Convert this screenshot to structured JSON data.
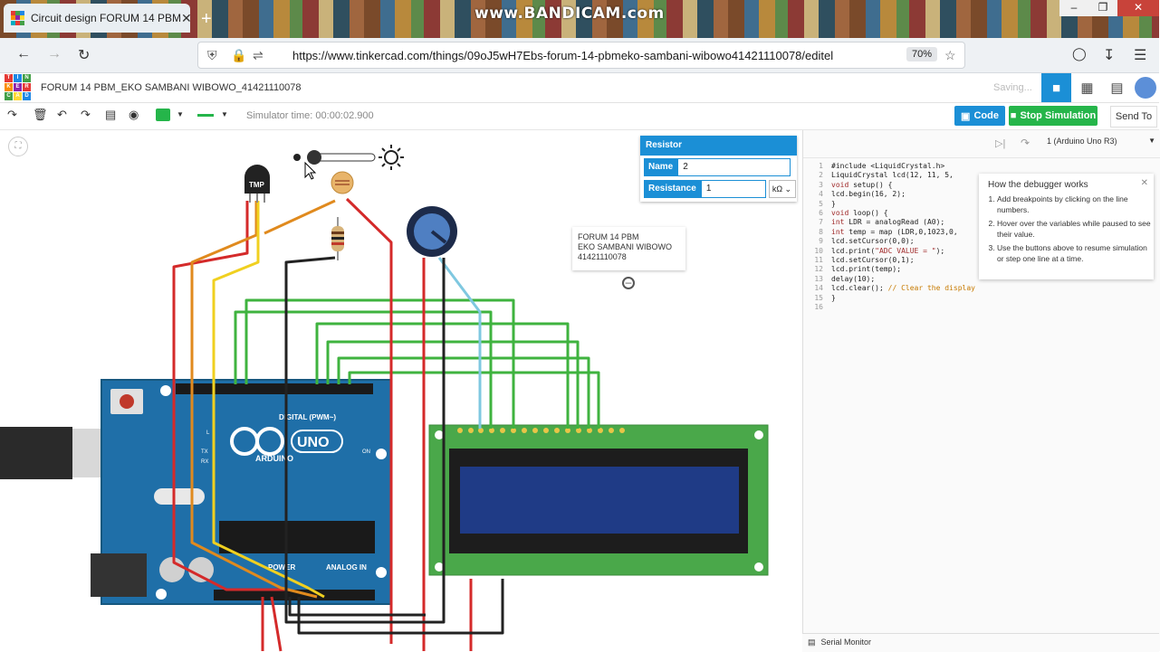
{
  "browser": {
    "tab_title": "Circuit design FORUM 14 PBM",
    "tab_close": "✕",
    "new_tab": "+",
    "watermark": "www.BANDICAM.com",
    "url": "https://www.tinkercad.com/things/09oJ5wH7Ebs-forum-14-pbmeko-sambani-wibowo41421110078/editel",
    "zoom": "70%"
  },
  "app": {
    "logo_letters": [
      "TIN",
      "KER",
      "CAD"
    ],
    "project_title": "FORUM 14 PBM_EKO SAMBANI WIBOWO_41421110078",
    "saving": "Saving..."
  },
  "toolbar": {
    "sim_time": "Simulator time: 00:00:02.900",
    "code_label": "Code",
    "stop_label": "Stop Simulation",
    "send_label": "Send To"
  },
  "inspector": {
    "title": "Resistor",
    "name_label": "Name",
    "name_value": "2",
    "resistance_label": "Resistance",
    "resistance_value": "1",
    "unit": "kΩ"
  },
  "note": {
    "line1": "FORUM 14 PBM",
    "line2": "EKO SAMBANI WIBOWO",
    "line3": "41421110078"
  },
  "components": {
    "tmp_label": "TMP",
    "arduino_brand": "ARDUINO",
    "arduino_model": "UNO",
    "digital_label": "DIGITAL (PWM~)",
    "power_label": "POWER",
    "analog_label": "ANALOG IN",
    "on_label": "ON",
    "tx_label": "TX",
    "rx_label": "RX",
    "l_label": "L"
  },
  "code_panel": {
    "device": "1 (Arduino Uno R3)",
    "lines": [
      {
        "n": "1",
        "parts": [
          {
            "t": "#include <LiquidCrystal.h>",
            "c": ""
          }
        ]
      },
      {
        "n": "2",
        "parts": [
          {
            "t": "LiquidCrystal lcd(12, 11, 5,",
            "c": ""
          }
        ]
      },
      {
        "n": "3",
        "parts": [
          {
            "t": "void",
            "c": "kw"
          },
          {
            "t": " setup() {",
            "c": ""
          }
        ]
      },
      {
        "n": "4",
        "parts": [
          {
            "t": "lcd.begin(16, 2);",
            "c": ""
          }
        ]
      },
      {
        "n": "5",
        "parts": [
          {
            "t": "}",
            "c": ""
          }
        ]
      },
      {
        "n": "6",
        "parts": [
          {
            "t": "void",
            "c": "kw"
          },
          {
            "t": " loop() {",
            "c": ""
          }
        ]
      },
      {
        "n": "7",
        "parts": [
          {
            "t": "int",
            "c": "kw"
          },
          {
            "t": " LDR = analogRead (A0);",
            "c": ""
          }
        ]
      },
      {
        "n": "8",
        "parts": [
          {
            "t": "int",
            "c": "kw"
          },
          {
            "t": " temp = map (LDR,0,1023,0,",
            "c": ""
          }
        ]
      },
      {
        "n": "9",
        "parts": [
          {
            "t": "lcd.setCursor(0,0);",
            "c": ""
          }
        ]
      },
      {
        "n": "10",
        "parts": [
          {
            "t": "lcd.print(",
            "c": ""
          },
          {
            "t": "\"ADC VALUE = \"",
            "c": "str"
          },
          {
            "t": ");",
            "c": ""
          }
        ]
      },
      {
        "n": "11",
        "parts": [
          {
            "t": "lcd.setCursor(0,1);",
            "c": ""
          }
        ]
      },
      {
        "n": "12",
        "parts": [
          {
            "t": "lcd.print(temp);",
            "c": ""
          }
        ]
      },
      {
        "n": "13",
        "parts": [
          {
            "t": "delay(10);",
            "c": ""
          }
        ]
      },
      {
        "n": "14",
        "parts": [
          {
            "t": "lcd.clear(); ",
            "c": ""
          },
          {
            "t": "// Clear the display",
            "c": "cmt"
          }
        ]
      },
      {
        "n": "15",
        "parts": [
          {
            "t": "}",
            "c": ""
          }
        ]
      },
      {
        "n": "16",
        "parts": [
          {
            "t": "",
            "c": ""
          }
        ]
      }
    ],
    "tip_title": "How the debugger works",
    "tip_items": [
      "Add breakpoints by clicking on the line numbers.",
      "Hover over the variables while paused to see their value.",
      "Use the buttons above to resume simulation or step one line at a time."
    ],
    "serial_monitor": "Serial Monitor"
  },
  "colors": {
    "accent": "#1b8fd6",
    "stop_green": "#25b54a",
    "board_blue": "#1f6fa8",
    "lcd_green": "#4aa84a",
    "wire_red": "#d42a2a",
    "wire_orange": "#e08a1e",
    "wire_yellow": "#f0d020",
    "wire_green": "#3fb33f",
    "wire_black": "#222222",
    "wire_cyan": "#7fc8e0"
  }
}
